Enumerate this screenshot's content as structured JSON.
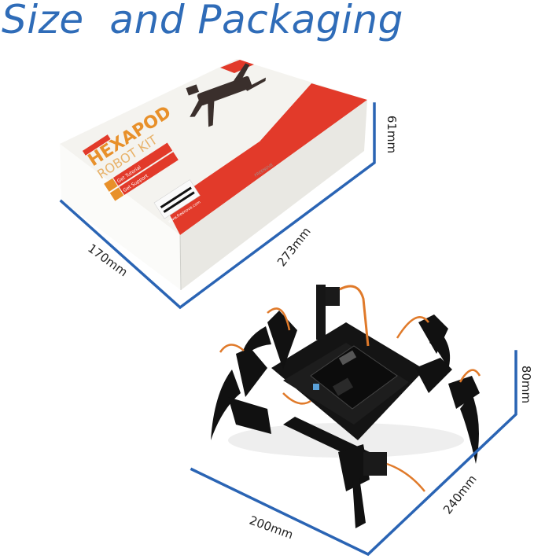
{
  "title": "Size  and Packaging",
  "colors": {
    "title": "#2f6cb8",
    "dimension_line": "#2a64b4",
    "box_red": "#e23a2a",
    "box_white": "#f3f2ee",
    "box_orange": "#e8902a",
    "robot_black": "#141414",
    "servo_wire": "#e07a2a"
  },
  "box": {
    "brand_tag": "FREENOVE",
    "product_line1": "HEXAPOD",
    "product_line2": "ROBOT KIT",
    "info_label1": "Get Tutorial",
    "info_label2": "Get Support",
    "website": "www.freenove.com",
    "dimensions": {
      "length": "273mm",
      "width": "170mm",
      "height": "61mm"
    }
  },
  "robot": {
    "dimensions": {
      "width": "200mm",
      "length": "240mm",
      "height": "80mm"
    }
  }
}
